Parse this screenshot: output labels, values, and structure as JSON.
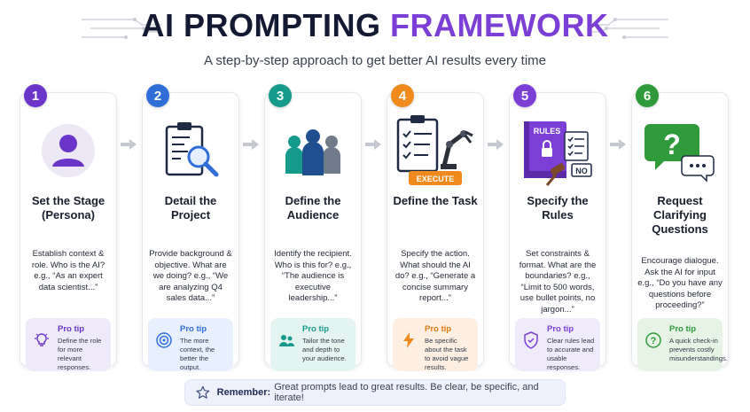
{
  "header": {
    "title_main": "AI PROMPTING",
    "title_accent": "FRAMEWORK",
    "subtitle": "A step-by-step approach to get better AI results every time"
  },
  "colors": {
    "title": "#141a33",
    "accent": "#7b3fd6",
    "step1": "#6b35c9",
    "step2": "#2f6ed8",
    "step3": "#159a8c",
    "step4": "#f08a1c",
    "step5": "#7b3fd6",
    "step6": "#2f9a3a"
  },
  "steps": [
    {
      "number": "1",
      "title": "Set the Stage (Persona)",
      "description": "Establish context & role. Who is the AI? e.g., “As an expert data scientist...”",
      "icon": "persona-avatar-icon",
      "tip_label": "Pro tip",
      "tip_text": "Define the role for more relevant responses.",
      "tip_icon": "lightbulb-icon"
    },
    {
      "number": "2",
      "title": "Detail the Project",
      "description": "Provide background & objective. What are we doing? e.g., “We are analyzing Q4 sales data...”",
      "icon": "clipboard-magnifier-icon",
      "tip_label": "Pro tip",
      "tip_text": "The more context, the better the output.",
      "tip_icon": "target-icon"
    },
    {
      "number": "3",
      "title": "Define the Audience",
      "description": "Identify the recipient. Who is this for? e.g., “The audience is executive leadership...”",
      "icon": "audience-group-icon",
      "tip_label": "Pro tip",
      "tip_text": "Tailor the tone and depth to your audience.",
      "tip_icon": "people-icon"
    },
    {
      "number": "4",
      "title": "Define the Task",
      "description": "Specify the action. What should the AI do? e.g., “Generate a concise summary report...”",
      "icon": "checklist-robot-arm-icon",
      "badge": "EXECUTE",
      "tip_label": "Pro tip",
      "tip_text": "Be specific about the task to avoid vague results.",
      "tip_icon": "lightning-icon"
    },
    {
      "number": "5",
      "title": "Specify the Rules",
      "description": "Set constraints & format. What are the boundaries? e.g., “Limit to 500 words, use bullet points, no jargon...”",
      "icon": "rulebook-gavel-icon",
      "book_label": "RULES",
      "sign_label": "NO",
      "tip_label": "Pro tip",
      "tip_text": "Clear rules lead to accurate and usable responses.",
      "tip_icon": "shield-check-icon"
    },
    {
      "number": "6",
      "title": "Request Clarifying Questions",
      "description": "Encourage dialogue. Ask the AI for input e.g., “Do you have any questions before proceeding?”",
      "icon": "question-chat-icon",
      "tip_label": "Pro tip",
      "tip_text": "A quick check-in prevents costly misunderstandings.",
      "tip_icon": "question-circle-icon"
    }
  ],
  "footer": {
    "label": "Remember:",
    "text": "Great prompts lead to great results. Be clear, be specific, and iterate!",
    "icon": "star-icon"
  }
}
